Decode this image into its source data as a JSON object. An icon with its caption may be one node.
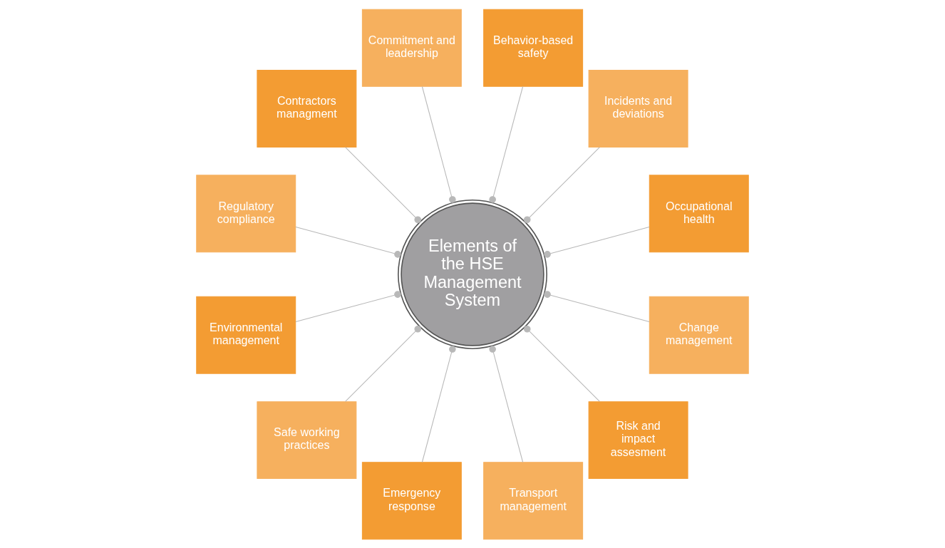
{
  "diagram": {
    "nodes": [
      {
        "text": [
          "Elements of the HSE Management System"
        ]
      },
      {
        "text": [
          "Occupational health"
        ]
      },
      {
        "text": [
          "Incidents and deviations"
        ]
      },
      {
        "text": [
          "Behavior-based safety"
        ]
      },
      {
        "text": [
          "Commitment and leadership"
        ]
      },
      {
        "text": [
          "Contractors managment"
        ]
      },
      {
        "text": [
          "Regulatory compliance"
        ]
      },
      {
        "text": [
          "Environmental management"
        ]
      },
      {
        "text": [
          "Safe working practices"
        ]
      },
      {
        "text": [
          "Emergency response"
        ]
      },
      {
        "text": [
          "Transport management"
        ]
      },
      {
        "text": [
          "Risk and impact assesment"
        ]
      },
      {
        "text": [
          "Change management"
        ]
      }
    ],
    "edges": [
      {
        "from": 1,
        "to": 0,
        "arrow": "other"
      },
      {
        "from": 2,
        "to": 0,
        "arrow": "other"
      },
      {
        "from": 3,
        "to": 0,
        "arrow": "other"
      },
      {
        "from": 4,
        "to": 0,
        "arrow": "other"
      },
      {
        "from": 5,
        "to": 0,
        "arrow": "other"
      },
      {
        "from": 6,
        "to": 0,
        "arrow": "other"
      },
      {
        "from": 7,
        "to": 0,
        "arrow": "other"
      },
      {
        "from": 8,
        "to": 0,
        "arrow": "other"
      },
      {
        "from": 9,
        "to": 0,
        "arrow": "other"
      },
      {
        "from": 10,
        "to": 0,
        "arrow": "other"
      },
      {
        "from": 11,
        "to": 0,
        "arrow": "other"
      },
      {
        "from": 12,
        "to": 0,
        "arrow": "other"
      }
    ]
  }
}
